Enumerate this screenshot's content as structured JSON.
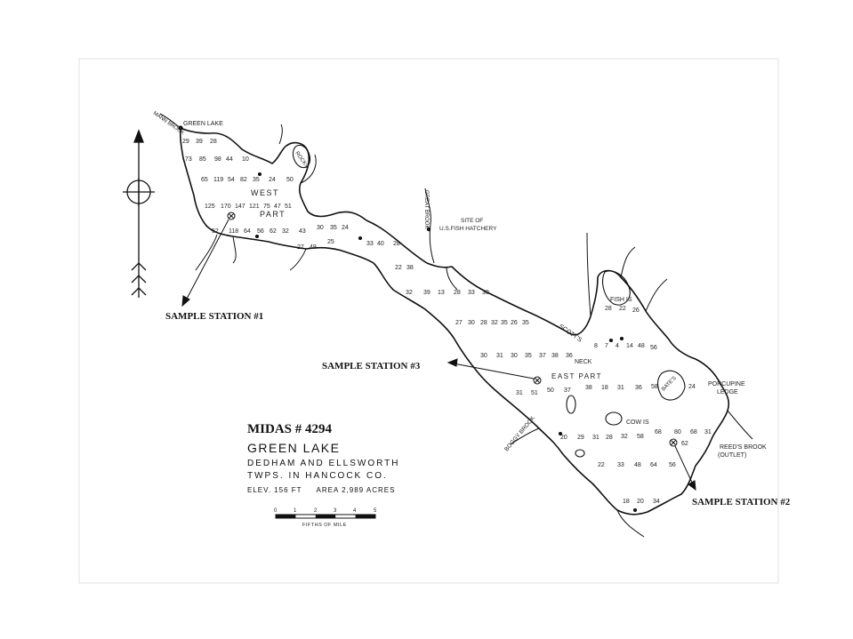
{
  "map": {
    "midas": "MIDAS # 4294",
    "lake_name": "GREEN LAKE",
    "townships_line1": "DEDHAM AND ELLSWORTH",
    "townships_line2": "TWPS. IN HANCOCK CO.",
    "elevation": "ELEV. 156 FT",
    "area": "AREA 2,989 ACRES",
    "scale_ticks": [
      "0",
      "1",
      "2",
      "3",
      "4",
      "5"
    ],
    "scale_label": "FIFTHS OF MILE"
  },
  "stations": {
    "station1": "SAMPLE STATION #1",
    "station2": "SAMPLE STATION #2",
    "station3": "SAMPLE STATION #3"
  },
  "place_labels": {
    "green_lake": "GREEN LAKE",
    "mann_brook": "MANN BROOK",
    "rocks": "ROCKS",
    "west_part": "WEST",
    "west_part2": "PART",
    "great_brook": "GREAT BROOK",
    "hatchery1": "SITE OF",
    "hatchery2": "U.S.FISH HATCHERY",
    "scotts_neck": "SCOTT'S",
    "neck": "NECK",
    "fish_is": "FISH IS",
    "east_part": "EAST   PART",
    "porcupine": "PORCUPINE",
    "ledge": "LEDGE",
    "cow_is": "COW IS",
    "reeds_brook": "REED'S BROOK",
    "outlet": "(OUTLET)",
    "boggy_brook": "BOGGY BROOK",
    "bates_is": "BATE'S"
  },
  "depths": {
    "d001": "29",
    "d002": "39",
    "d003": "28",
    "d004": "73",
    "d005": "85",
    "d006": "98",
    "d007": "44",
    "d008": "10",
    "d009": "65",
    "d010": "119",
    "d011": "54",
    "d012": "82",
    "d013": "35",
    "d014": "24",
    "d015": "50",
    "d016": "125",
    "d017": "170",
    "d018": "147",
    "d019": "121",
    "d020": "75",
    "d021": "47",
    "d022": "51",
    "d023": "52",
    "d024": "118",
    "d025": "64",
    "d026": "56",
    "d027": "62",
    "d028": "32",
    "d029": "43",
    "d030": "30",
    "d031": "35",
    "d032": "24",
    "d033": "27",
    "d034": "49",
    "d035": "25",
    "d036": "33",
    "d037": "40",
    "d038": "28",
    "d039": "22",
    "d040": "38",
    "d041": "32",
    "d042": "39",
    "d043": "13",
    "d044": "28",
    "d045": "33",
    "d046": "30",
    "d047": "27",
    "d048": "30",
    "d049": "28",
    "d050": "32",
    "d051": "35",
    "d052": "26",
    "d053": "35",
    "d054": "30",
    "d055": "31",
    "d056": "30",
    "d057": "35",
    "d058": "37",
    "d059": "38",
    "d060": "36",
    "d061": "31",
    "d062": "51",
    "d063": "50",
    "d064": "37",
    "d065": "38",
    "d066": "18",
    "d067": "31",
    "d068": "36",
    "d069": "58",
    "d070": "24",
    "d071": "28",
    "d072": "22",
    "d073": "26",
    "d074": "8",
    "d075": "7",
    "d076": "4",
    "d077": "14",
    "d078": "48",
    "d079": "56",
    "d080": "20",
    "d081": "29",
    "d082": "31",
    "d083": "28",
    "d084": "32",
    "d085": "58",
    "d086": "68",
    "d087": "80",
    "d088": "68",
    "d089": "31",
    "d090": "62",
    "d091": "22",
    "d092": "33",
    "d093": "48",
    "d094": "64",
    "d095": "56",
    "d096": "18",
    "d097": "20",
    "d098": "34"
  },
  "icon": {
    "compass": "compass-icon"
  }
}
